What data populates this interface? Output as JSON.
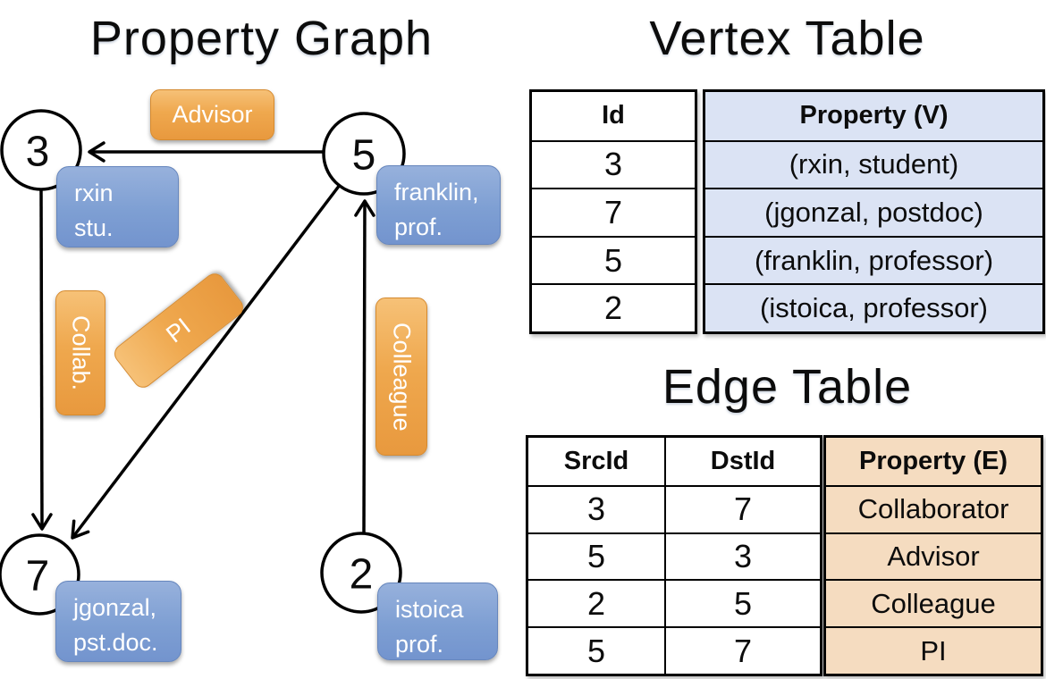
{
  "graph": {
    "title": "Property Graph",
    "nodes": [
      {
        "id": "3",
        "line1": "rxin",
        "line2": "stu."
      },
      {
        "id": "5",
        "line1": "franklin,",
        "line2": "prof."
      },
      {
        "id": "7",
        "line1": "jgonzal,",
        "line2": "pst.doc."
      },
      {
        "id": "2",
        "line1": "istoica",
        "line2": "prof."
      }
    ],
    "edge_labels": {
      "advisor": "Advisor",
      "collab": "Collab.",
      "pi": "PI",
      "colleague": "Colleague"
    }
  },
  "vertex_table": {
    "title": "Vertex Table",
    "columns": {
      "id": "Id",
      "property": "Property (V)"
    },
    "rows": [
      {
        "id": "3",
        "property": "(rxin, student)"
      },
      {
        "id": "7",
        "property": "(jgonzal, postdoc)"
      },
      {
        "id": "5",
        "property": "(franklin, professor)"
      },
      {
        "id": "2",
        "property": "(istoica, professor)"
      }
    ]
  },
  "edge_table": {
    "title": "Edge Table",
    "columns": {
      "src": "SrcId",
      "dst": "DstId",
      "property": "Property (E)"
    },
    "rows": [
      {
        "src": "3",
        "dst": "7",
        "property": "Collaborator"
      },
      {
        "src": "5",
        "dst": "3",
        "property": "Advisor"
      },
      {
        "src": "2",
        "dst": "5",
        "property": "Colleague"
      },
      {
        "src": "5",
        "dst": "7",
        "property": "PI"
      }
    ]
  },
  "colors": {
    "edge_label_orange": "#efa84e",
    "vertex_label_blue": "#7e9fd3",
    "vertex_cell_blue": "#dbe3f4",
    "edge_cell_tan": "#f5dcc0",
    "line_black": "#000000"
  }
}
